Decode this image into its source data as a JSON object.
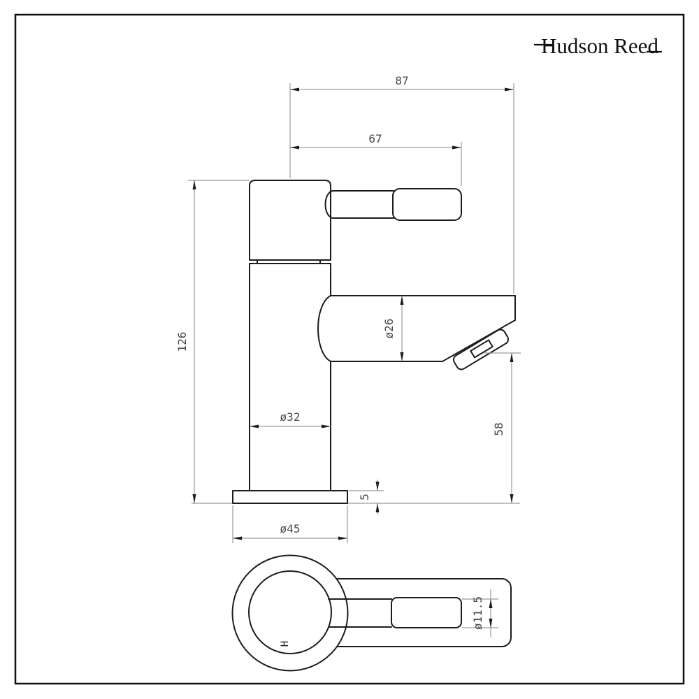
{
  "brand": {
    "logo_text": "Hudson Reed"
  },
  "dimensions": {
    "spout_projection": "87",
    "handle_projection": "67",
    "overall_height": "126",
    "spout_diameter": "ø26",
    "body_diameter": "ø32",
    "spout_outlet_height": "58",
    "base_thickness": "5",
    "base_diameter": "ø45",
    "handle_grip_diameter": "ø11.5"
  },
  "markers": {
    "hot_indicator": "H"
  },
  "colors": {
    "outline": "#1c1c1c",
    "dimension_line": "#9a9a9a",
    "dimension_text": "#4a4a4a",
    "background": "#ffffff"
  }
}
